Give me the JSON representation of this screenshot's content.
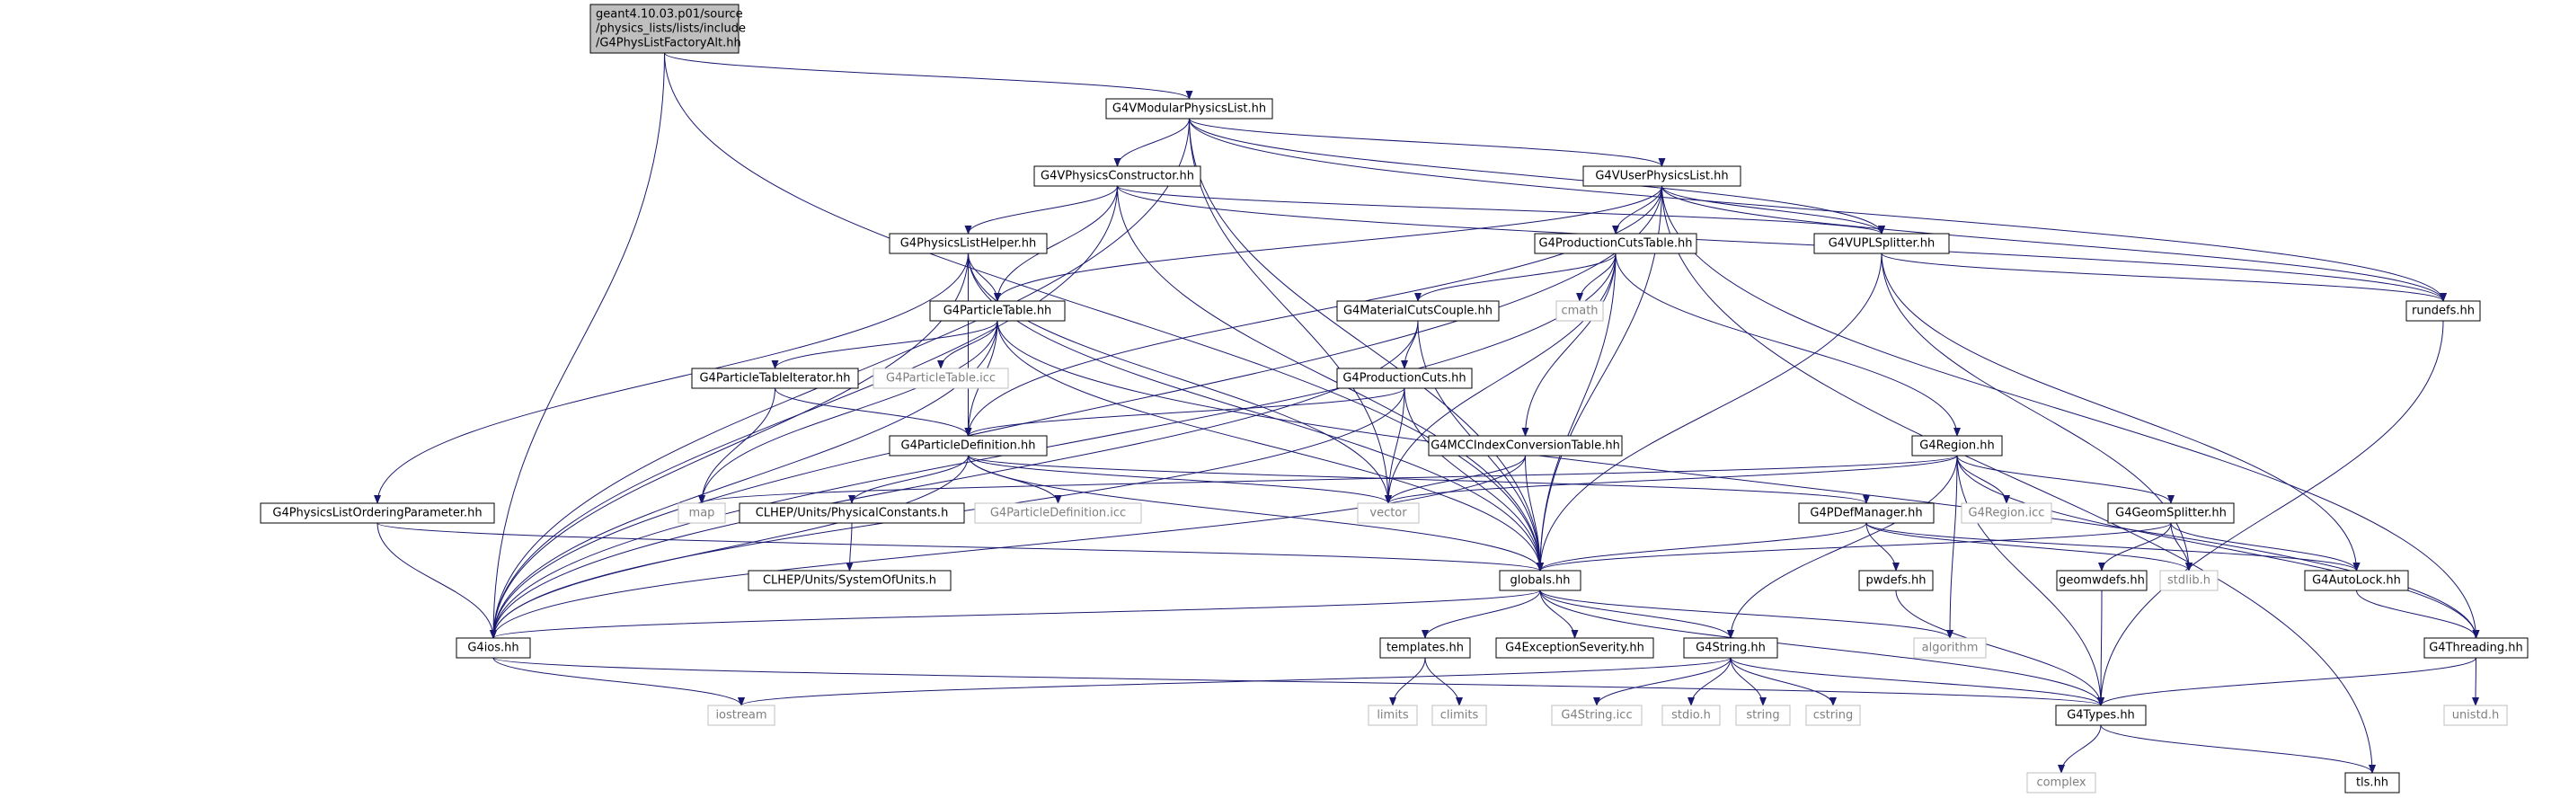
{
  "colors": {
    "edge": "#191970",
    "box_border_black": "#000000",
    "box_border_gray": "#bfbfbf",
    "root_fill": "#bfbfbf",
    "text": "#000000",
    "text_gray": "#7f7f7f"
  },
  "nodes": {
    "root": [
      "geant4.10.03.p01/source",
      "/physics_lists/lists/include",
      "/G4PhysListFactoryAlt.hh"
    ],
    "modular": "G4VModularPhysicsList.hh",
    "constructor": "G4VPhysicsConstructor.hh",
    "userPL": "G4VUserPhysicsList.hh",
    "helper": "G4PhysicsListHelper.hh",
    "cutsTable": "G4ProductionCutsTable.hh",
    "vupl": "G4VUPLSplitter.hh",
    "rundefs": "rundefs.hh",
    "ptable": "G4ParticleTable.hh",
    "matcuts": "G4MaterialCutsCouple.hh",
    "cmath": "cmath",
    "ptableIter": "G4ParticleTableIterator.hh",
    "ptableIcc": "G4ParticleTable.icc",
    "prodcuts": "G4ProductionCuts.hh",
    "mcc": "G4MCCIndexConversionTable.hh",
    "region": "G4Region.hh",
    "pdef": "G4ParticleDefinition.hh",
    "orderParam": "G4PhysicsListOrderingParameter.hh",
    "map": "map",
    "physConst": "CLHEP/Units/PhysicalConstants.h",
    "pdefIcc": "G4ParticleDefinition.icc",
    "vector": "vector",
    "pdefmgr": "G4PDefManager.hh",
    "regionIcc": "G4Region.icc",
    "geomSplit": "G4GeomSplitter.hh",
    "sysUnits": "CLHEP/Units/SystemOfUnits.h",
    "globals": "globals.hh",
    "pwdefs": "pwdefs.hh",
    "geomwdefs": "geomwdefs.hh",
    "stdlib": "stdlib.h",
    "autolock": "G4AutoLock.hh",
    "g4ios": "G4ios.hh",
    "templates": "templates.hh",
    "exception": "G4ExceptionSeverity.hh",
    "g4string": "G4String.hh",
    "algorithm": "algorithm",
    "threading": "G4Threading.hh",
    "iostream": "iostream",
    "limits": "limits",
    "climits": "climits",
    "stringIcc": "G4String.icc",
    "stdio": "stdio.h",
    "string": "string",
    "cstring": "cstring",
    "types": "G4Types.hh",
    "unistd": "unistd.h",
    "complex": "complex",
    "tls": "tls.hh"
  }
}
